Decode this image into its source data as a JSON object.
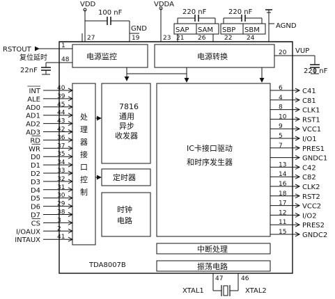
{
  "chip": {
    "name": "TDA8007B",
    "blocks": {
      "power_monitor": "电源监控",
      "power_convert": "电源转换",
      "processor_interface": [
        "处",
        "理",
        "器",
        "接",
        "口",
        "控",
        "制"
      ],
      "uart": [
        "7816",
        "通用",
        "异步",
        "收发器"
      ],
      "timer": "定时器",
      "clock": [
        "时钟",
        "电路"
      ],
      "ic_card": [
        "IC卡接口驱动",
        "和时序发生器"
      ],
      "interrupt": "中断处理",
      "oscillator": "振荡电路"
    }
  },
  "top": {
    "vdd": "VDD",
    "vdda": "VDDA",
    "agnd": "AGND",
    "gnd": "GND",
    "cap_100nf": "100 nF",
    "cap_220nf_a": "220 nF",
    "cap_220nf_b": "220 nF",
    "pins": [
      "27",
      "19",
      "23",
      "21",
      "26",
      "22",
      "24"
    ],
    "sap": "SAP",
    "sam": "SAM",
    "sbp": "SBP",
    "sbm": "SBM"
  },
  "left_top": {
    "rstout": "RSTOUT",
    "reset_delay": "复位延时",
    "cap_22nf": "22nF",
    "pin1": "1",
    "pin48": "48"
  },
  "right_top": {
    "vup": "VUP",
    "pin20": "20",
    "cap_220nf": "220 nF"
  },
  "left_pins": [
    {
      "name": "INT",
      "num": "40",
      "overline": true
    },
    {
      "name": "ALE",
      "num": "39"
    },
    {
      "name": "AD0",
      "num": "45"
    },
    {
      "name": "AD1",
      "num": "44"
    },
    {
      "name": "AD2",
      "num": "43"
    },
    {
      "name": "AD3",
      "num": "42"
    },
    {
      "name": "RD",
      "num": "36",
      "overline": true
    },
    {
      "name": "WR",
      "num": "37",
      "overline": true
    },
    {
      "name": "D0",
      "num": "35"
    },
    {
      "name": "D1",
      "num": "34"
    },
    {
      "name": "D2",
      "num": "33"
    },
    {
      "name": "D3",
      "num": "32"
    },
    {
      "name": "D4",
      "num": "31"
    },
    {
      "name": "D5",
      "num": "30"
    },
    {
      "name": "D6",
      "num": "29"
    },
    {
      "name": "D7",
      "num": "38"
    },
    {
      "name": "CS",
      "num": "3",
      "overline": true
    },
    {
      "name": "I/OAUX",
      "num": "2"
    },
    {
      "name": "INTAUX",
      "num": "41"
    }
  ],
  "right_pins": [
    {
      "name": "C41",
      "num": "6"
    },
    {
      "name": "C81",
      "num": "4"
    },
    {
      "name": "CLK1",
      "num": "8"
    },
    {
      "name": "RST1",
      "num": "10"
    },
    {
      "name": "VCC1",
      "num": "9"
    },
    {
      "name": "I/O1",
      "num": "5"
    },
    {
      "name": "PRES1",
      "num": "7"
    },
    {
      "name": "GNDC1",
      "num": ""
    },
    {
      "name": "C42",
      "num": "13"
    },
    {
      "name": "C82",
      "num": "14"
    },
    {
      "name": "CLK2",
      "num": "16"
    },
    {
      "name": "RST2",
      "num": "18"
    },
    {
      "name": "VCC2",
      "num": "17"
    },
    {
      "name": "I/O2",
      "num": "12"
    },
    {
      "name": "PRES2",
      "num": "11"
    },
    {
      "name": "GNDC2",
      "num": "15"
    }
  ],
  "bottom": {
    "xtal1": "XTAL1",
    "xtal2": "XTAL2",
    "pin47": "47",
    "pin46": "46"
  }
}
